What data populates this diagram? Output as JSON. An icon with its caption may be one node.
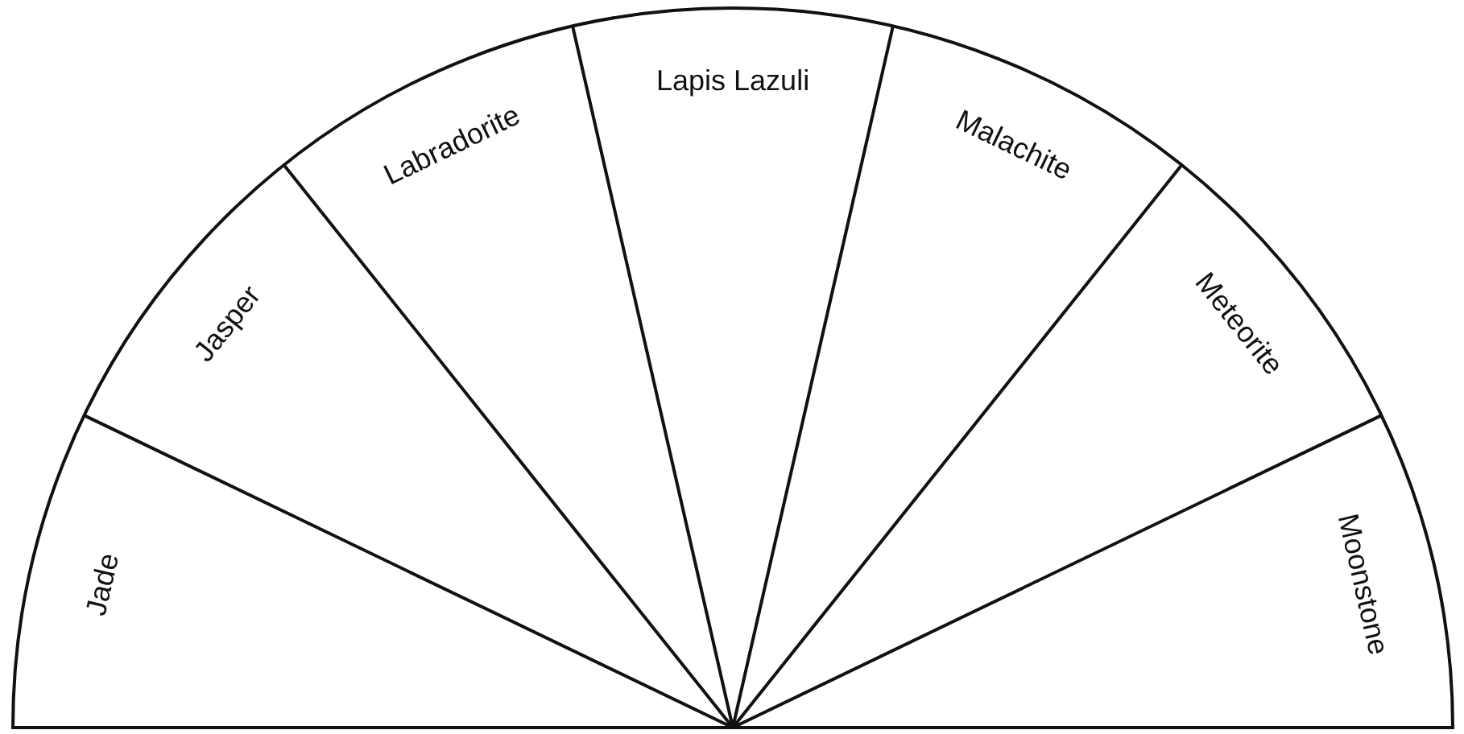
{
  "diagram": {
    "nodes": [
      {
        "text": [
          "Jade"
        ]
      },
      {
        "text": [
          "Jasper"
        ]
      },
      {
        "text": [
          "Labradorite"
        ]
      },
      {
        "text": [
          "Lapis Lazuli"
        ]
      },
      {
        "text": [
          "Malachite"
        ]
      },
      {
        "text": [
          "Meteorite"
        ]
      },
      {
        "text": [
          "Moonstone"
        ]
      }
    ]
  }
}
